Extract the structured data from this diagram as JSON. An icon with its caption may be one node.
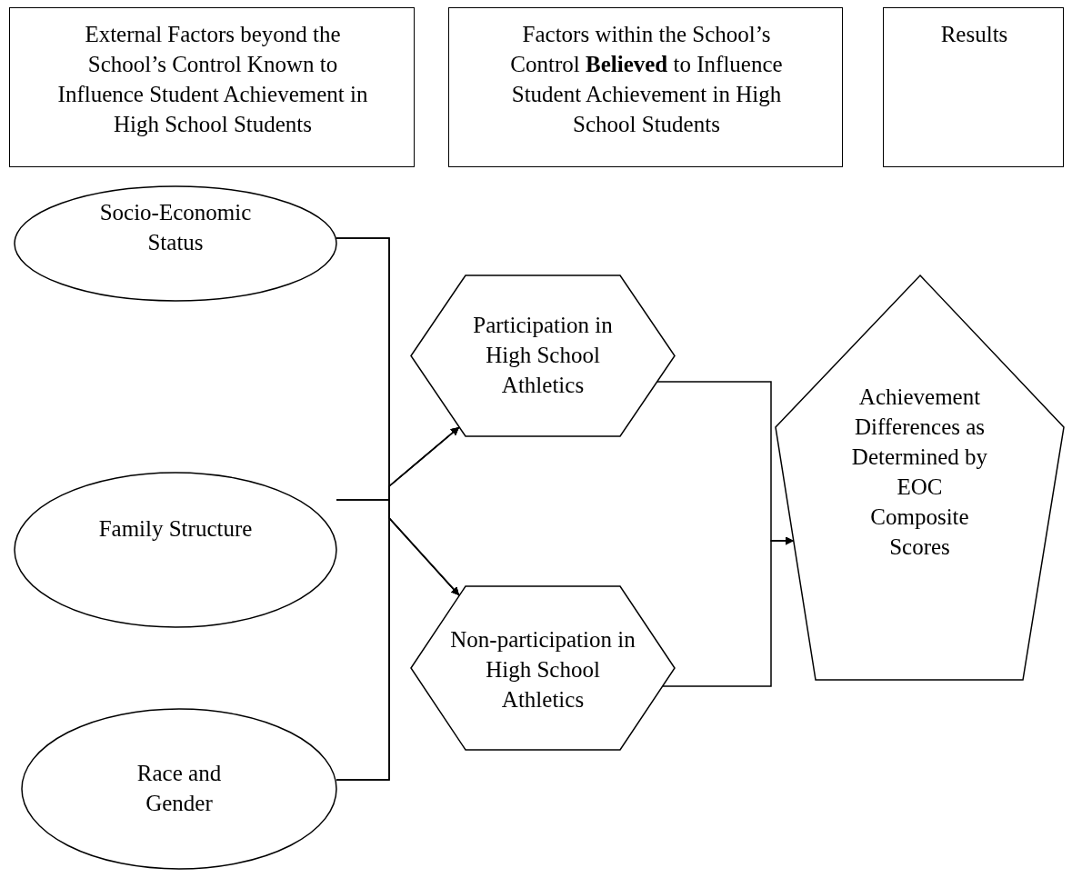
{
  "diagram": {
    "nodes": [
      {
        "text": [
          "External Factors beyond the School’s Control Known to Influence Student Achievement in High School Students"
        ]
      },
      {
        "text": [
          "Factors within the School’s Control **Believed** to Influence Student Achievement in High School Students"
        ]
      },
      {
        "text": [
          "Results"
        ]
      },
      {
        "text": [
          "Socio-Economic Status"
        ]
      },
      {
        "text": [
          "Family Structure"
        ]
      },
      {
        "text": [
          "Race and Gender"
        ]
      },
      {
        "text": [
          "Participation in High School Athletics"
        ]
      },
      {
        "text": [
          "Non-participation in High School Athletics"
        ]
      },
      {
        "text": [
          "Achievement Differences as Determined by EOC Composite Scores"
        ]
      }
    ],
    "edges": [
      {
        "from": 3,
        "to": 6,
        "arrow": "to"
      },
      {
        "from": 3,
        "to": 7,
        "arrow": "to"
      },
      {
        "from": 4,
        "to": 6,
        "arrow": "to"
      },
      {
        "from": 4,
        "to": 7,
        "arrow": "to"
      },
      {
        "from": 5,
        "to": 6,
        "arrow": "to"
      },
      {
        "from": 5,
        "to": 7,
        "arrow": "to"
      },
      {
        "from": 6,
        "to": 8,
        "arrow": "to"
      },
      {
        "from": 7,
        "to": 8,
        "arrow": "to"
      }
    ]
  }
}
